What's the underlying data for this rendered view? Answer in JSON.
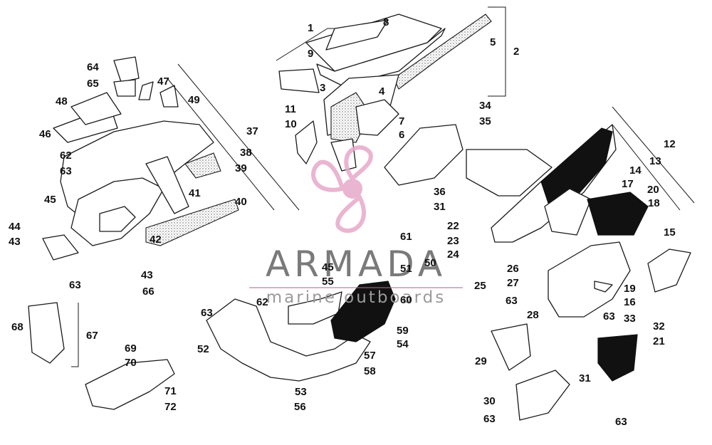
{
  "watermark": {
    "brand": "ARMADA",
    "tagline": "marine outboards",
    "logo_icon": "propeller-logo-icon",
    "logo_color": "#e7a9c9",
    "text_color": "#7a7a7a"
  },
  "callouts": [
    "1",
    "2",
    "3",
    "4",
    "5",
    "6",
    "7",
    "8",
    "9",
    "10",
    "11",
    "12",
    "13",
    "14",
    "15",
    "16",
    "17",
    "18",
    "19",
    "20",
    "21",
    "22",
    "23",
    "24",
    "25",
    "26",
    "27",
    "28",
    "29",
    "30",
    "31",
    "32",
    "33",
    "34",
    "35",
    "36",
    "37",
    "38",
    "39",
    "40",
    "41",
    "42",
    "43",
    "44",
    "45",
    "46",
    "47",
    "48",
    "49",
    "50",
    "51",
    "52",
    "53",
    "54",
    "55",
    "56",
    "57",
    "58",
    "59",
    "60",
    "61",
    "62",
    "63",
    "64",
    "65",
    "66",
    "67",
    "68",
    "69",
    "70",
    "71",
    "72"
  ]
}
